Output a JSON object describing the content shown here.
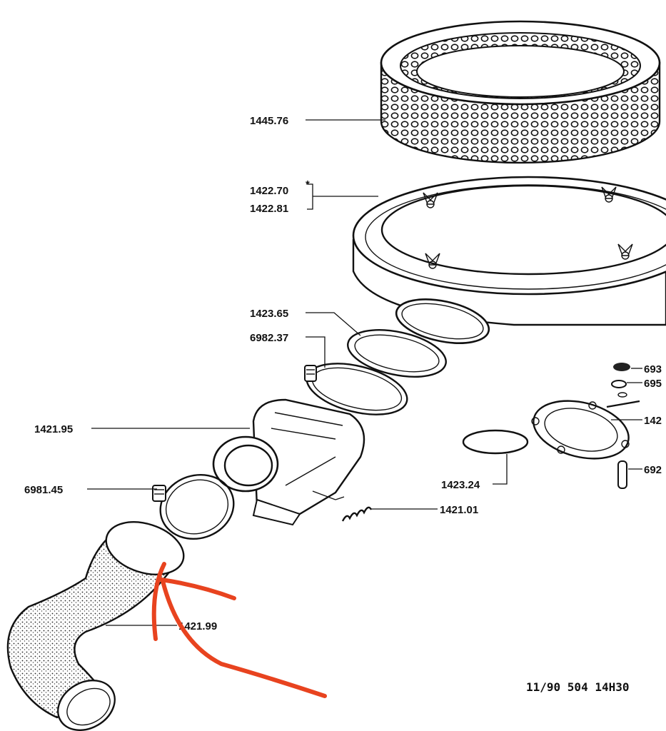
{
  "labels": {
    "filter_element": "1445.76",
    "cover_a": "1422.70",
    "cover_a_mark": "*",
    "cover_b": "1422.81",
    "gasket": "1423.65",
    "clamp_upper": "6982.37",
    "intake_body": "1421.95",
    "clamp_lower": "6981.45",
    "hose": "1421.99",
    "seal_ring": "1423.24",
    "spring": "1421.01",
    "side_part_1": "693",
    "side_part_2": "695",
    "side_part_3": "142",
    "side_part_4": "692"
  },
  "reference": "11/90 504 14H30",
  "colors": {
    "ink": "#111111",
    "annotation": "#e8431f",
    "background": "#ffffff"
  },
  "annotation": {
    "type": "hand-drawn arrow",
    "points_to": "hose"
  }
}
